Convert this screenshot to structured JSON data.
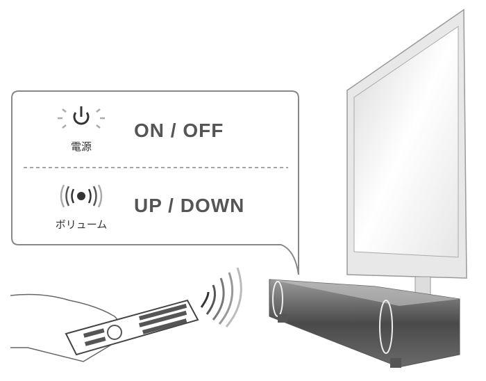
{
  "callout": {
    "power": {
      "icon": "power-icon",
      "label_jp": "電源",
      "action": "ON / OFF"
    },
    "volume": {
      "icon": "volume-signal-icon",
      "label_jp": "ボリューム",
      "action": "UP / DOWN"
    }
  },
  "colors": {
    "text": "#555555",
    "border": "#777777",
    "icon_gray": "#aaaaaa"
  }
}
